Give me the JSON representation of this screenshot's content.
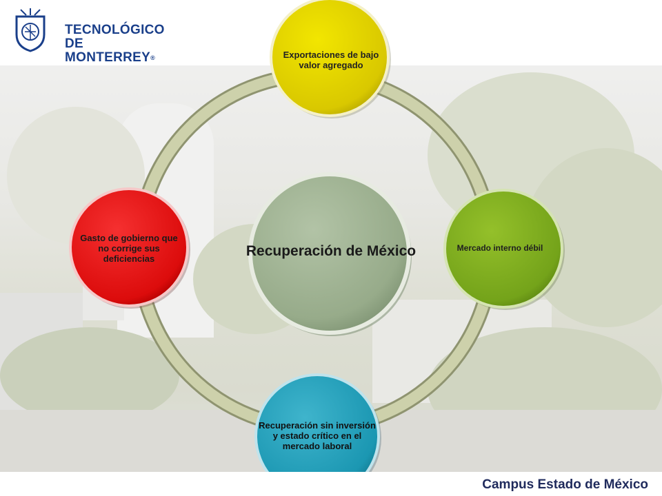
{
  "header": {
    "logo_line1": "TECNOLÓGICO",
    "logo_line2": "DE MONTERREY",
    "logo_mark": "®"
  },
  "footer": {
    "campus": "Campus Estado de México"
  },
  "diagram": {
    "center": {
      "text": "Recuperación de México",
      "color": "#9aae8e"
    },
    "nodes": [
      {
        "id": "top",
        "text": "Exportaciones de bajo valor agregado",
        "color": "#e0cf00"
      },
      {
        "id": "right",
        "text": "Mercado interno débil",
        "color": "#7bab1e"
      },
      {
        "id": "bottom",
        "text": "Recuperación sin inversión y estado crítico en el mercado laboral",
        "color": "#1f9fba"
      },
      {
        "id": "left",
        "text": "Gasto de gobierno que no corrige sus deficiencias",
        "color": "#e01010"
      }
    ],
    "ring_color": "#c6caa4"
  }
}
